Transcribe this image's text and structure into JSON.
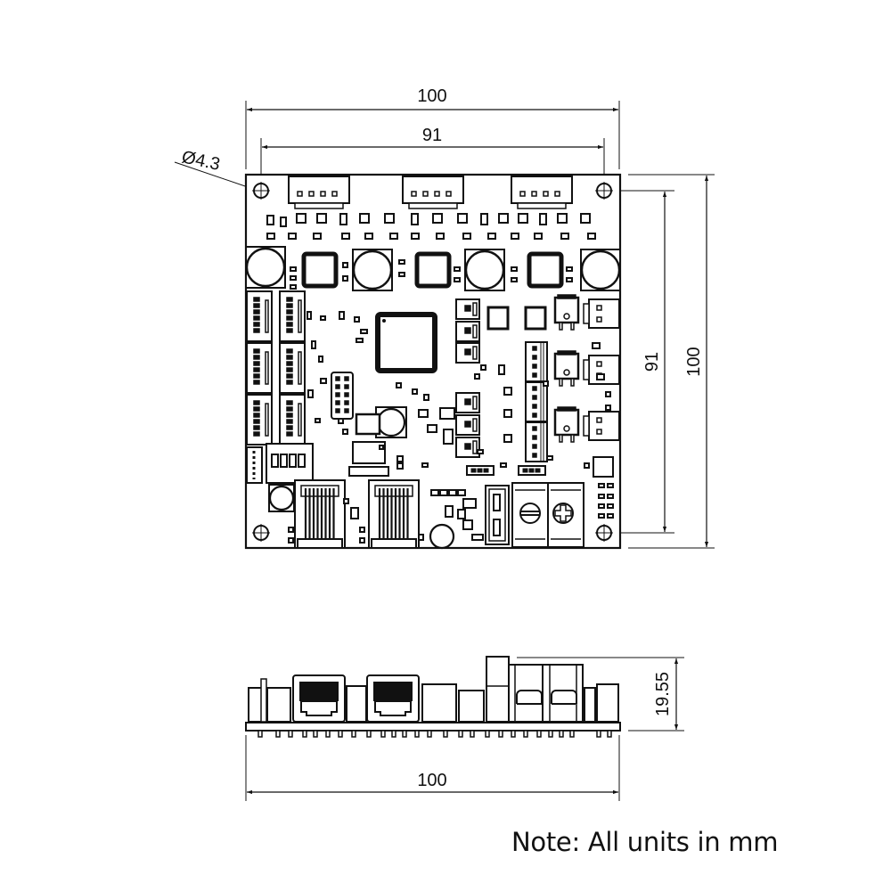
{
  "drawing": {
    "title": "PCB mechanical dimensions",
    "units_note": "Note: All units in mm",
    "top_view": {
      "overall_width_label": "100",
      "hole_spacing_width_label": "91",
      "overall_height_label": "100",
      "hole_spacing_height_label": "91",
      "hole_diameter_label": "Ø4.3",
      "mounting_holes": 4,
      "top_connectors": 3,
      "rj45_ports": 2,
      "screw_terminals": 2
    },
    "side_view": {
      "width_label": "100",
      "height_label": "19.55"
    }
  }
}
